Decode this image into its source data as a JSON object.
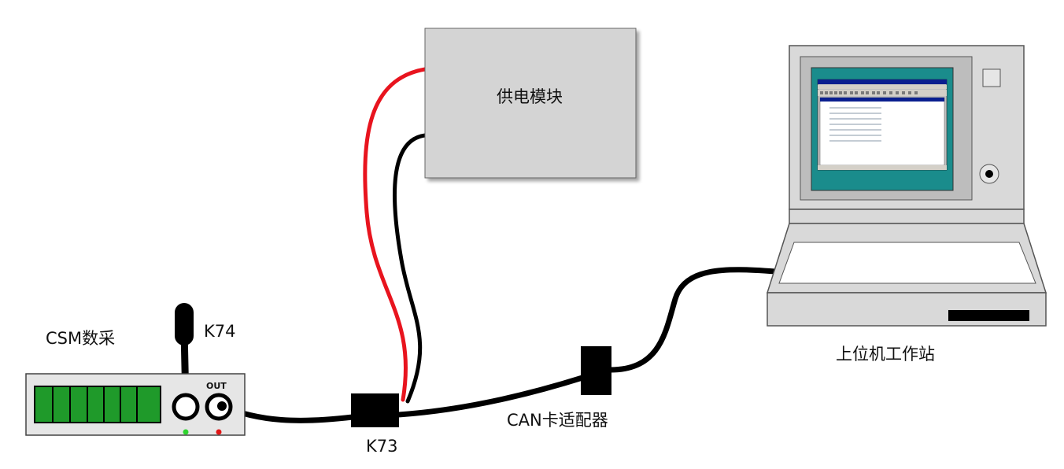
{
  "labels": {
    "power_module": "供电模块",
    "workstation": "上位机工作站",
    "can_adapter": "CAN卡适配器",
    "k73": "K73",
    "k74": "K74",
    "csm_daq": "CSM数采",
    "out_port": "OUT"
  },
  "colors": {
    "cable_black": "#000000",
    "cable_red": "#e8141e",
    "power_box_fill": "#d4d4d4",
    "device_fill": "#e6e6e6",
    "display_segment": "#1f9a2a",
    "led_green": "#2fd42f",
    "led_red": "#e01515",
    "laptop_body": "#d9d9d9",
    "screen_bg": "#1a8c8c"
  }
}
